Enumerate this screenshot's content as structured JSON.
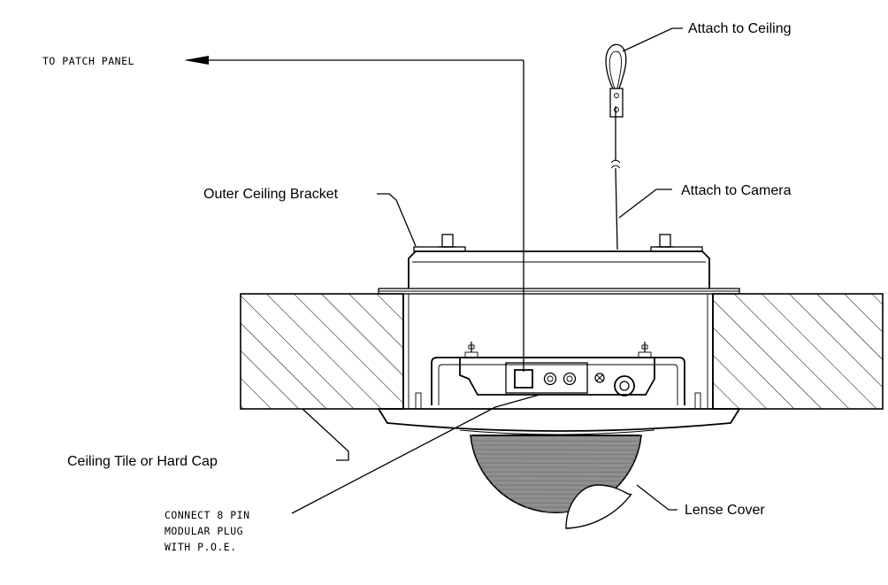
{
  "labels": {
    "to_patch_panel": "TO PATCH PANEL",
    "attach_to_ceiling": "Attach to Ceiling",
    "outer_ceiling_bracket": "Outer Ceiling Bracket",
    "attach_to_camera": "Attach to Camera",
    "ceiling_tile": "Ceiling Tile or Hard Cap",
    "lense_cover": "Lense Cover",
    "connect_plug": [
      "CONNECT 8 PIN",
      "MODULAR PLUG",
      "WITH P.O.E."
    ]
  },
  "colors": {
    "line": "#000000",
    "dome_fill": "#8f8f8f",
    "background": "#ffffff"
  }
}
